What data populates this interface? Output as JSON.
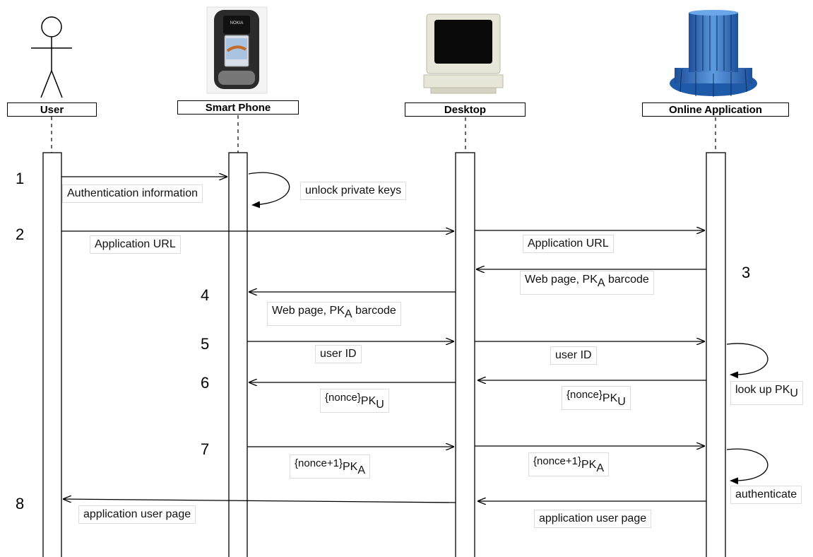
{
  "participants": [
    {
      "name": "User",
      "icon": "stick-figure-icon"
    },
    {
      "name": "Smart Phone",
      "icon": "flip-phone-icon"
    },
    {
      "name": "Desktop",
      "icon": "desktop-computer-icon"
    },
    {
      "name": "Online Application",
      "icon": "server-tower-icon"
    }
  ],
  "steps": [
    "1",
    "2",
    "3",
    "4",
    "5",
    "6",
    "7",
    "8"
  ],
  "messages": {
    "auth_info": "Authentication information",
    "unlock": "unlock private keys",
    "app_url_user": "Application URL",
    "app_url_desktop": "Application URL",
    "webpage_app_main": "Web page, PK",
    "webpage_app_sub": "A",
    "webpage_app_tail": " barcode",
    "webpage_phone_main": "Web page, PK",
    "webpage_phone_sub": "A",
    "webpage_phone_tail": " barcode",
    "userid_phone": "user ID",
    "userid_desktop": "user ID",
    "nonce_phone_main": "{nonce}",
    "nonce_phone_pk": "PK",
    "nonce_phone_sub": "U",
    "nonce_app_main": "{nonce}",
    "nonce_app_pk": "PK",
    "nonce_app_sub": "U",
    "lookup_main": "look up PK",
    "lookup_sub": "U",
    "nonce1_phone_main": "{nonce+1}",
    "nonce1_phone_pk": "PK",
    "nonce1_phone_sub": "A",
    "nonce1_app_main": "{nonce+1}",
    "nonce1_app_pk": "PK",
    "nonce1_app_sub": "A",
    "authenticate": "authenticate",
    "app_user_page_desktop": "application user page",
    "app_user_page_app": "application user page"
  },
  "phone_screen_brand": "NOKIA",
  "colors": {
    "line": "#000000",
    "server_blue": "#3a78c8",
    "phone_body": "#2b2b2b",
    "monitor": "#e8e6d8"
  }
}
